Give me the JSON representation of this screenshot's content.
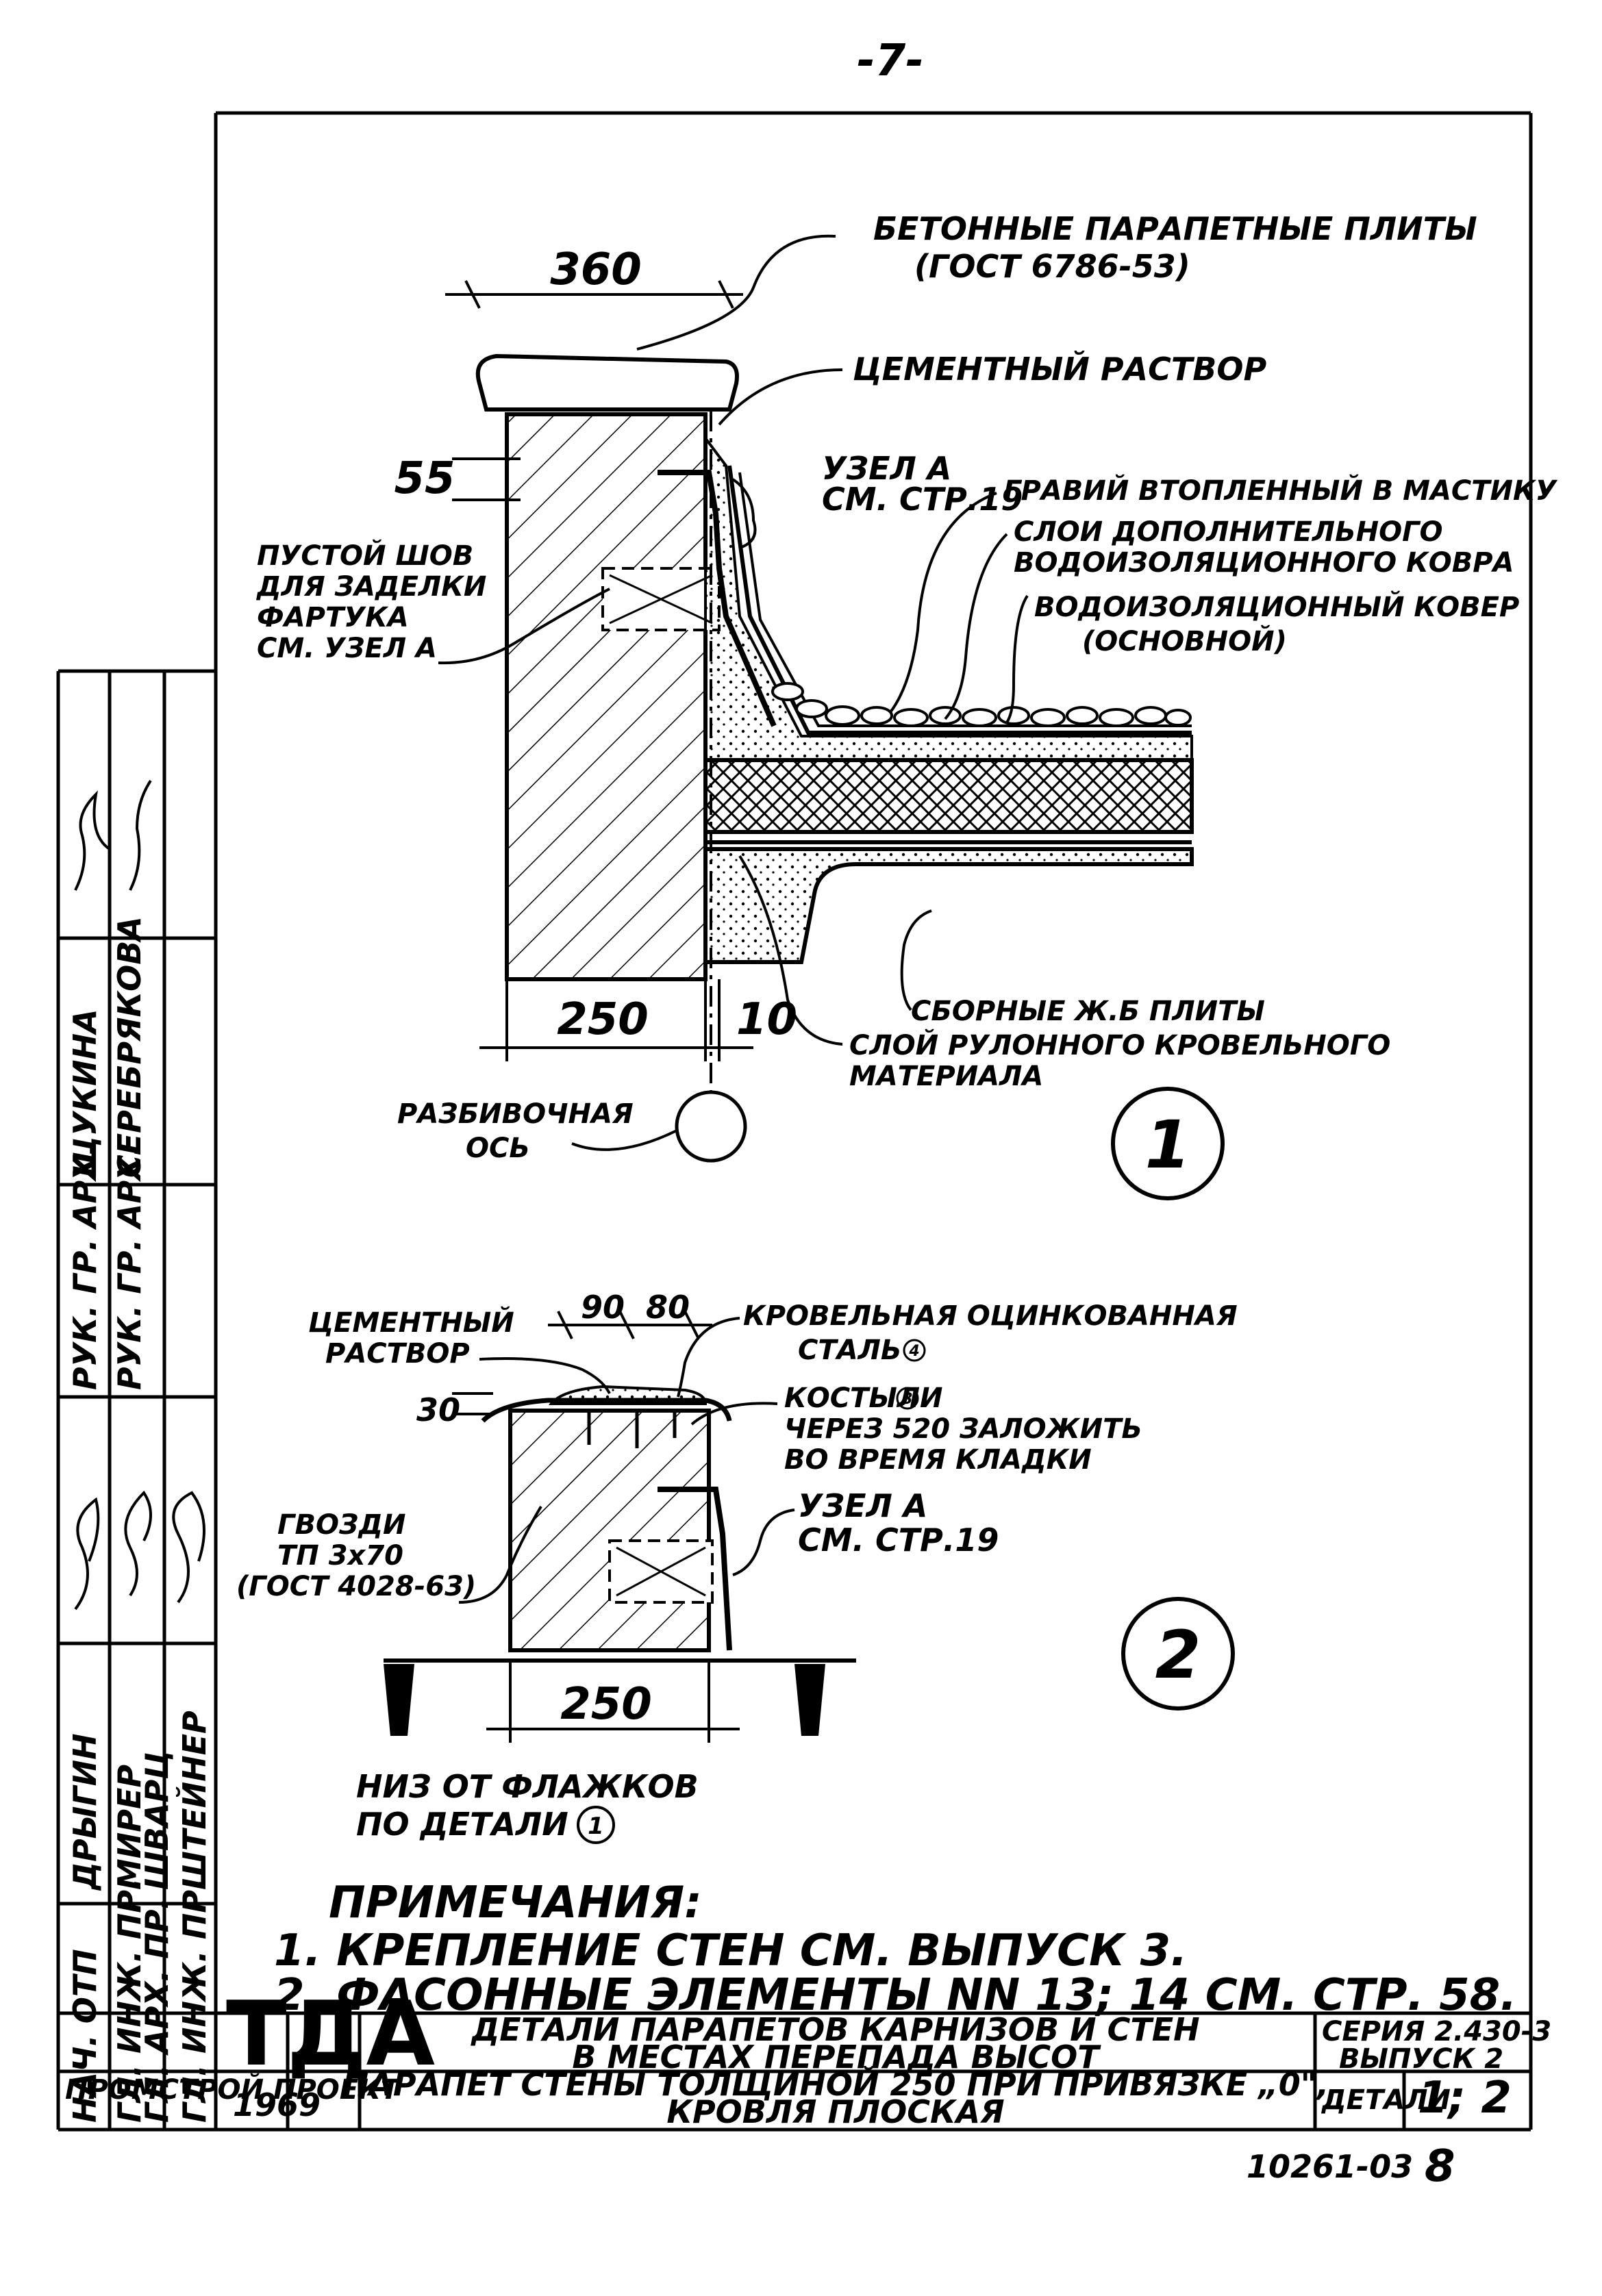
{
  "page_number": "-7-",
  "detail1": {
    "dim_top": "360",
    "dim_side": "55",
    "dim_bottom": "250",
    "dim_gap": "10",
    "label_plates": [
      "БЕТОННЫЕ ПАРАПЕТНЫЕ ПЛИТЫ",
      "(ГОСТ 6786-53)"
    ],
    "label_mortar": "ЦЕМЕНТНЫЙ РАСТВОР",
    "label_node": [
      "УЗЕЛ А",
      "СМ. СТР.19"
    ],
    "label_gravel": "ГРАВИЙ ВТОПЛЕННЫЙ В МАСТИКУ",
    "label_extra_layer": [
      "СЛОИ ДОПОЛНИТЕЛЬНОГО",
      "ВОДОИЗОЛЯЦИОННОГО КОВРА"
    ],
    "label_main_carpet": [
      "ВОДОИЗОЛЯЦИОННЫЙ КОВЕР",
      "(ОСНОВНОЙ)"
    ],
    "label_seam": [
      "ПУСТОЙ ШОВ",
      "ДЛЯ ЗАДЕЛКИ",
      "ФАРТУКА",
      "СМ. УЗЕЛ А"
    ],
    "label_slabs": "СБОРНЫЕ Ж.Б ПЛИТЫ",
    "label_roll": [
      "СЛОЙ РУЛОННОГО КРОВЕЛЬНОГО",
      "МАТЕРИАЛА"
    ],
    "label_axis": [
      "РАЗБИВОЧНАЯ",
      "ОСЬ"
    ],
    "number": "1"
  },
  "detail2": {
    "dim_a": "90",
    "dim_b": "80",
    "dim_h": "30",
    "dim_bottom": "250",
    "label_mortar": [
      "ЦЕМЕНТНЫЙ",
      "РАСТВОР"
    ],
    "label_steel": [
      "КРОВЕЛЬНАЯ ОЦИНКОВАННАЯ",
      "СТАЛЬ"
    ],
    "label_steel_mark": "4",
    "label_crutches": [
      "КОСТЫЛИ",
      "ЧЕРЕЗ 520 ЗАЛОЖИТЬ",
      "ВО ВРЕМЯ КЛАДКИ"
    ],
    "label_crutches_mark": "3",
    "label_node": [
      "УЗЕЛ А",
      "СМ. СТР.19"
    ],
    "label_nails": [
      "ГВОЗДИ",
      "ТП 3х70",
      "(ГОСТ 4028-63)"
    ],
    "label_below": [
      "НИЗ ОТ ФЛАЖКОВ",
      "ПО ДЕТАЛИ"
    ],
    "label_below_ref": "1",
    "number": "2"
  },
  "notes": {
    "heading": "ПРИМЕЧАНИЯ:",
    "items": [
      "1. КРЕПЛЕНИЕ СТЕН СМ. ВЫПУСК 3.",
      "2. ФАСОННЫЕ ЭЛЕМЕНТЫ NN 13; 14 СМ. СТР. 58."
    ]
  },
  "side_stamp": {
    "rows": [
      {
        "role": "НАЧ. ОТП",
        "name": "ДРЫГИН"
      },
      {
        "role": "ГЛ. ИНЖ. ПР.",
        "name": "МИРЕР"
      },
      {
        "role": "ГЛ. АРХ. ПР.",
        "name": "ШВАРЦ"
      },
      {
        "role": "ГЛ. ИНЖ. ПР.",
        "name": "ШТЕЙНЕР"
      },
      {
        "role": "РУК. ГР. АРХ.",
        "name": "ЩУКИНА"
      },
      {
        "role": "РУК. ГР. АРХ.",
        "name": "СЕРЕБРЯКОВА"
      }
    ]
  },
  "title_block": {
    "org": "ПРОМСТРОЙ ПРОЕКТ",
    "logo": "ТДА",
    "year": "1969",
    "title1": [
      "ДЕТАЛИ ПАРАПЕТОВ КАРНИЗОВ И СТЕН",
      "В МЕСТАХ ПЕРЕПАДА ВЫСОТ"
    ],
    "title2": [
      "ПАРАПЕТ СТЕНЫ ТОЛЩИНОЙ 250 ПРИ ПРИВЯЗКЕ „0\",",
      "КРОВЛЯ ПЛОСКАЯ"
    ],
    "series": [
      "СЕРИЯ 2.430-3",
      "ВЫПУСК 2"
    ],
    "detail_label": "ДЕТАЛИ",
    "detail_value": "1; 2",
    "doc_number": "10261-03",
    "sheet": "8"
  }
}
